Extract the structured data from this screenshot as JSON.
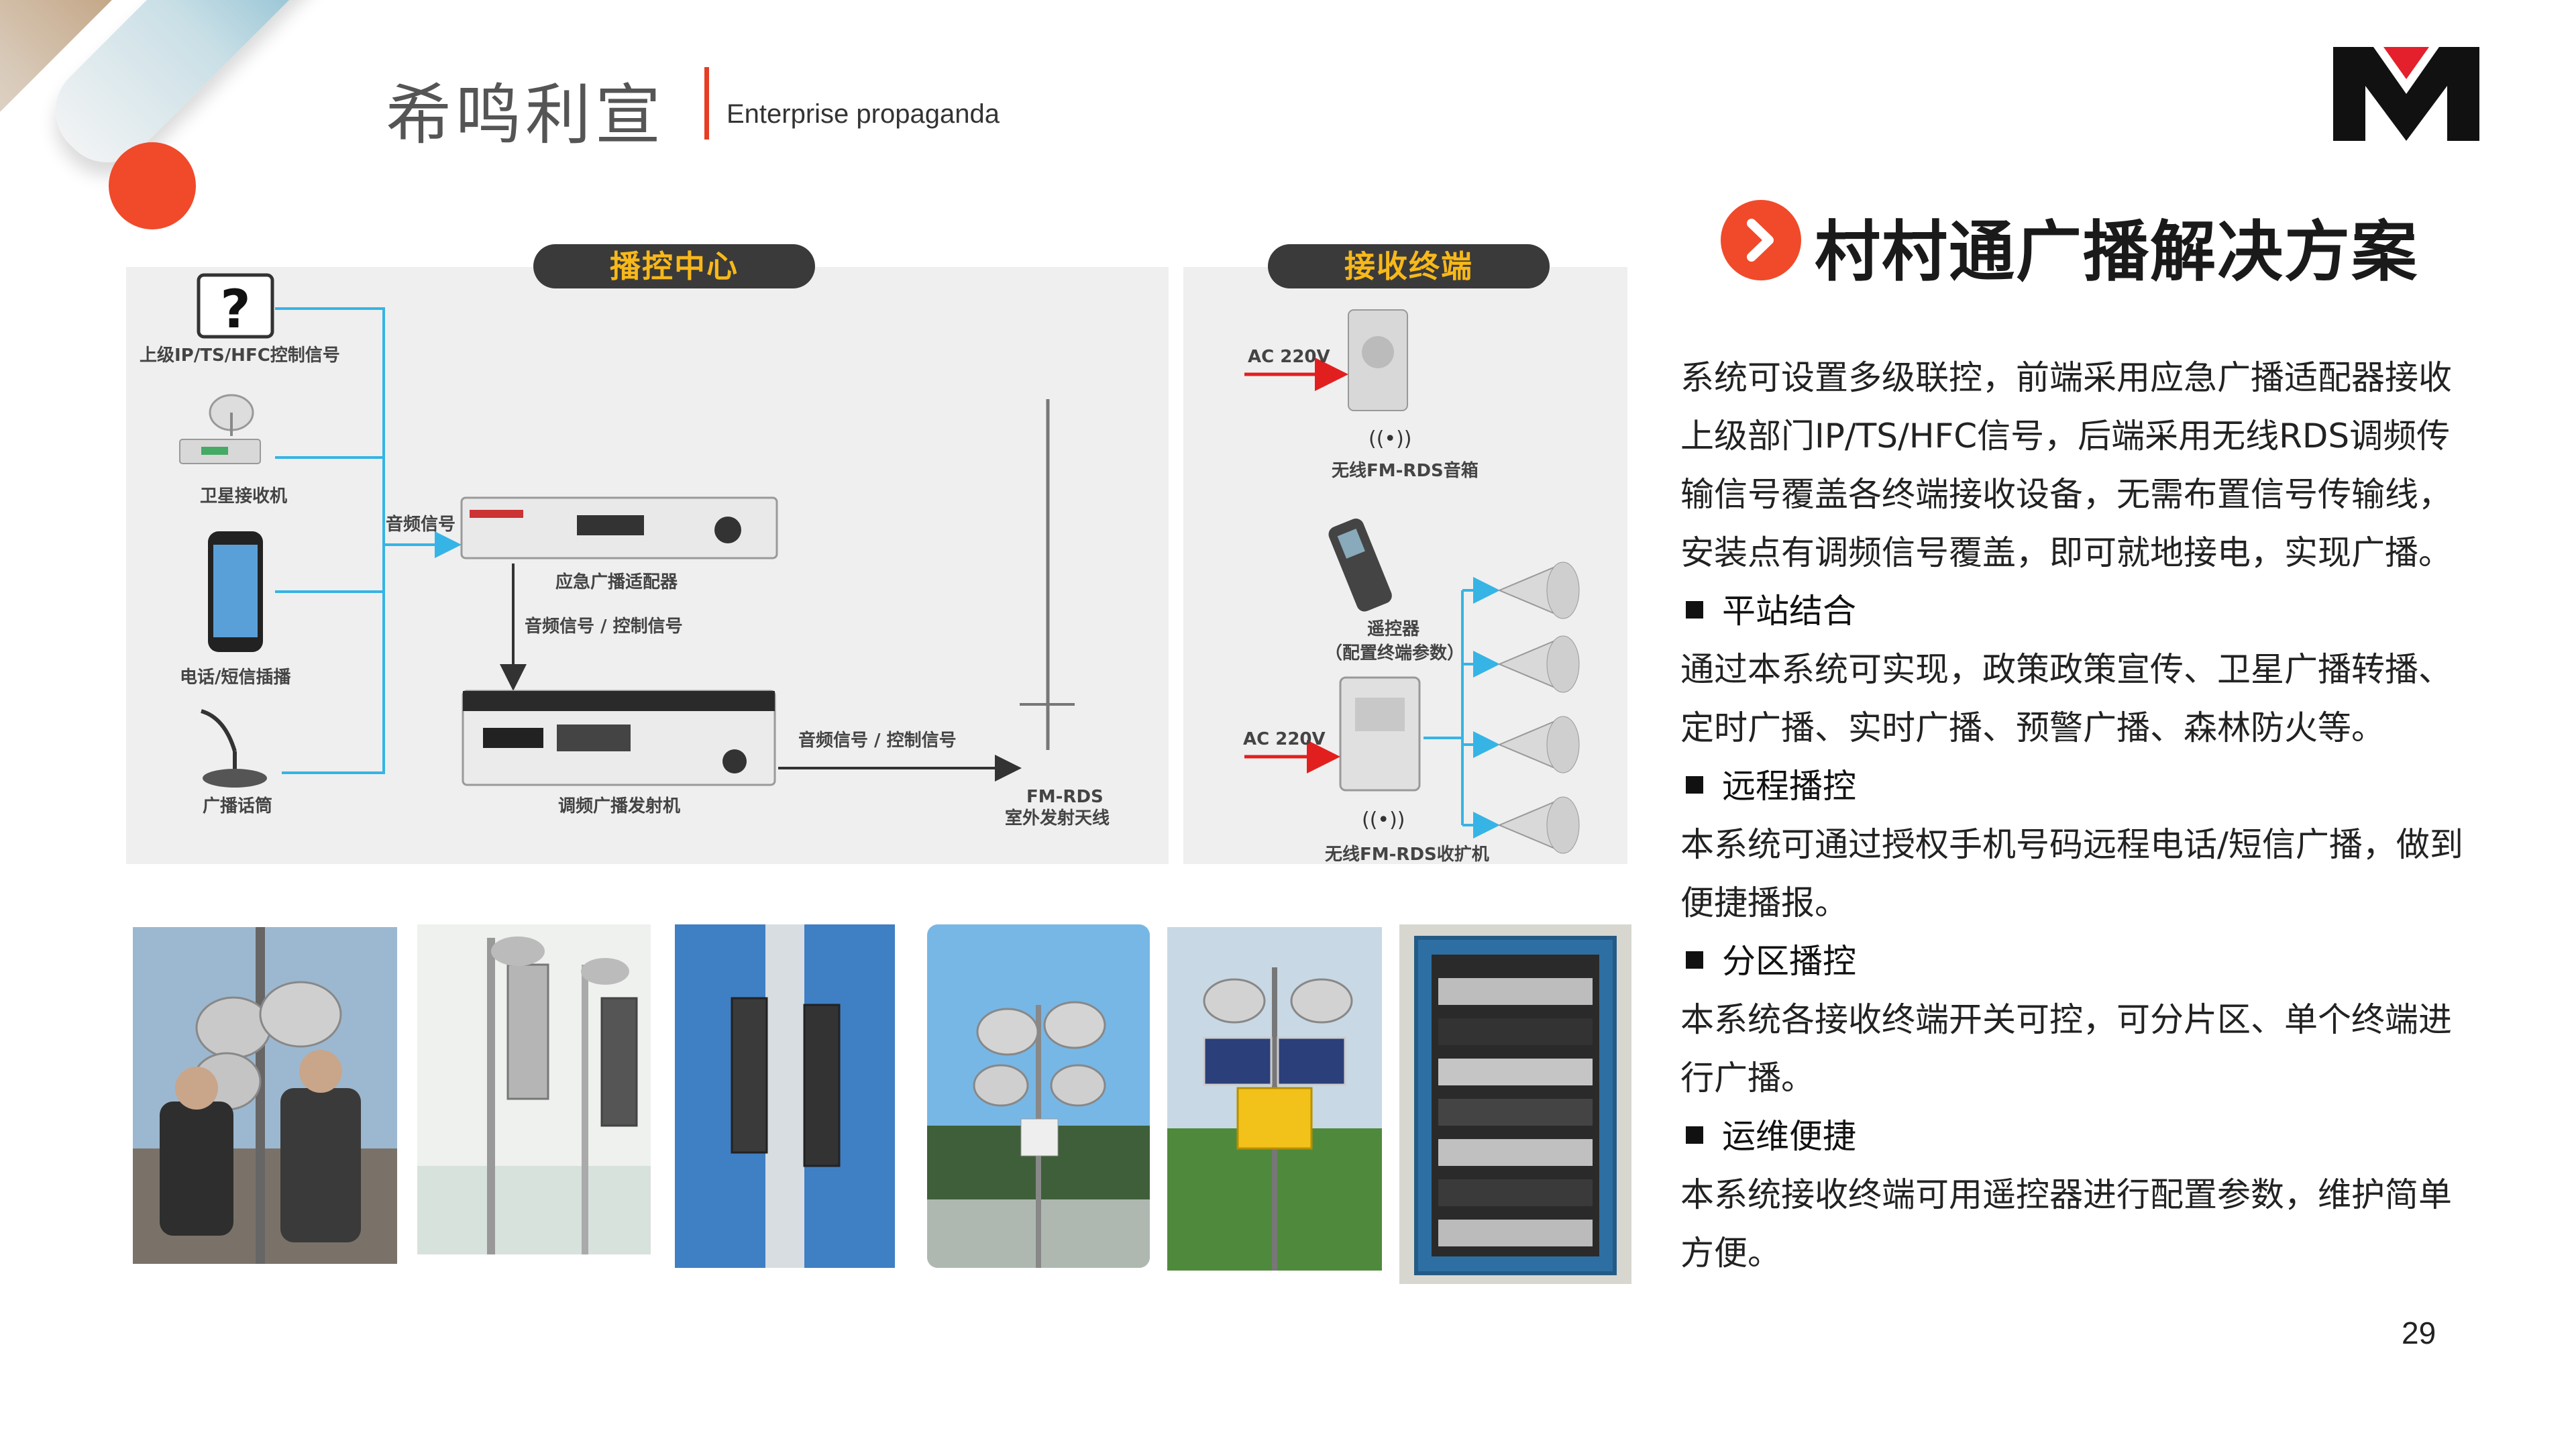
{
  "header": {
    "title": "希鸣利宣",
    "subtitle": "Enterprise propaganda"
  },
  "logo": {
    "text": "M",
    "colors": [
      "#111111",
      "#e4202c"
    ]
  },
  "diagram": {
    "left_section": "播控中心",
    "right_section": "接收终端",
    "labels": {
      "upper_signal": "上级IP/TS/HFC控制信号",
      "satellite": "卫星接收机",
      "phone": "电话/短信插播",
      "mic": "广播话筒",
      "audio_signal": "音频信号",
      "adapter": "应急广播适配器",
      "audio_control_1": "音频信号  /  控制信号",
      "transmitter": "调频广播发射机",
      "audio_control_2": "音频信号  /  控制信号",
      "antenna_1": "FM-RDS",
      "antenna_2": "室外发射天线",
      "ac1": "AC 220V",
      "speaker": "无线FM-RDS音箱",
      "remote_1": "遥控器",
      "remote_2": "（配置终端参数）",
      "ac2": "AC 220V",
      "amplifier": "无线FM-RDS收扩机"
    }
  },
  "solution": {
    "title": "村村通广播解决方案",
    "intro": [
      "系统可设置多级联控，前端采用应急广播适配器接收",
      "上级部门IP/TS/HFC信号，后端采用无线RDS调频传",
      "输信号覆盖各终端接收设备，无需布置信号传输线，",
      "安装点有调频信号覆盖，即可就地接电，实现广播。"
    ],
    "sections": [
      {
        "heading": "平站结合",
        "lines": [
          "通过本系统可实现，政策政策宣传、卫星广播转播、",
          "定时广播、实时广播、预警广播、森林防火等。"
        ]
      },
      {
        "heading": "远程播控",
        "lines": [
          "本系统可通过授权手机号码远程电话/短信广播，做到",
          "便捷播报。"
        ]
      },
      {
        "heading": "分区播控",
        "lines": [
          "本系统各接收终端开关可控，可分片区、单个终端进",
          "行广播。"
        ]
      },
      {
        "heading": "运维便捷",
        "lines": [
          "本系统接收终端可用遥控器进行配置参数，维护简单",
          "方便。"
        ]
      }
    ]
  },
  "page_number": "29",
  "colors": {
    "accent": "#f04a2b",
    "pill_text": "#f7b81a",
    "line": "#36b4e5",
    "arrow": "#e21f1f"
  }
}
